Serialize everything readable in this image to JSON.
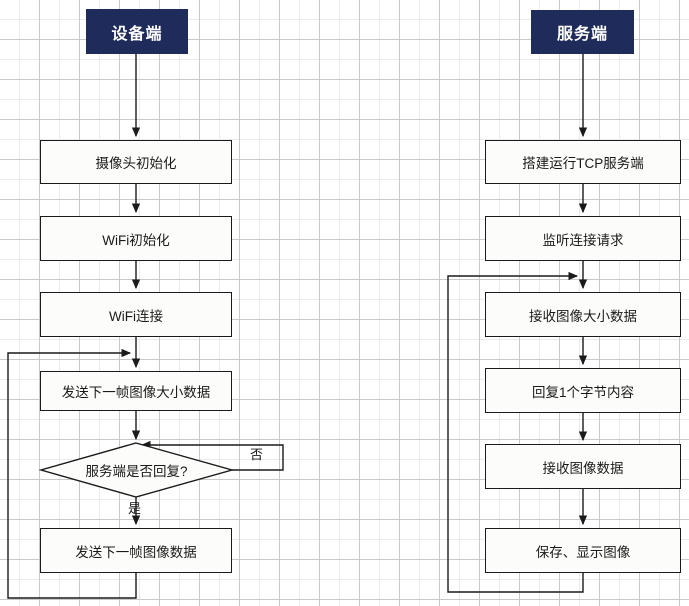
{
  "diagram": {
    "title_left": "设备端",
    "title_right": "服务端",
    "lanes": [
      {
        "id": "device",
        "header": "设备端",
        "nodes": [
          {
            "id": "cam-init",
            "label": "摄像头初始化",
            "shape": "process"
          },
          {
            "id": "wifi-init",
            "label": "WiFi初始化",
            "shape": "process"
          },
          {
            "id": "wifi-connect",
            "label": "WiFi连接",
            "shape": "process"
          },
          {
            "id": "send-size",
            "label": "发送下一帧图像大小数据",
            "shape": "process"
          },
          {
            "id": "server-reply",
            "label": "服务端是否回复?",
            "shape": "decision"
          },
          {
            "id": "send-image",
            "label": "发送下一帧图像数据",
            "shape": "process"
          }
        ]
      },
      {
        "id": "server",
        "header": "服务端",
        "nodes": [
          {
            "id": "build-tcp",
            "label": "搭建运行TCP服务端",
            "shape": "process"
          },
          {
            "id": "listen",
            "label": "监听连接请求",
            "shape": "process"
          },
          {
            "id": "recv-size",
            "label": "接收图像大小数据",
            "shape": "process"
          },
          {
            "id": "reply-byte",
            "label": "回复1个字节内容",
            "shape": "process"
          },
          {
            "id": "recv-image",
            "label": "接收图像数据",
            "shape": "process"
          },
          {
            "id": "save-show",
            "label": "保存、显示图像",
            "shape": "process"
          }
        ]
      }
    ],
    "edge_labels": {
      "no": "否",
      "yes": "是"
    },
    "colors": {
      "header_fill": "#1f2b5b",
      "header_text": "#ffffff",
      "node_fill": "#fcfcfa",
      "node_stroke": "#1a1a1a",
      "grid_major": "#c9c9c9",
      "grid_minor": "#ebebeb"
    }
  }
}
